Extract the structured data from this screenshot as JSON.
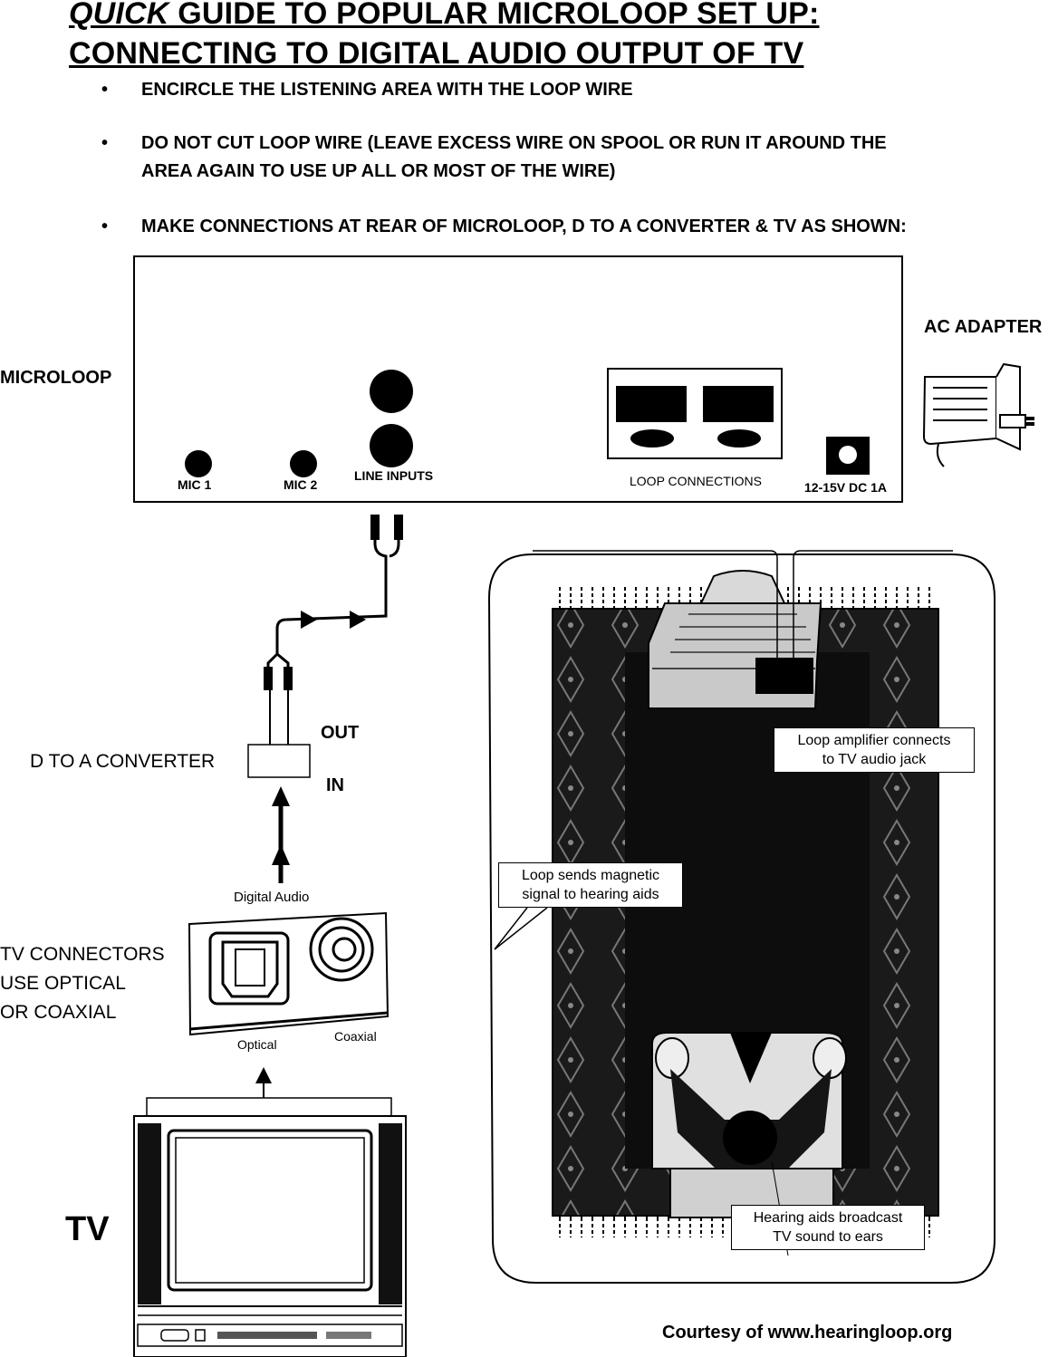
{
  "title": {
    "line1_prefix": "QUICK",
    "line1_rest": " GUIDE TO POPULAR MICROLOOP SET UP:",
    "line2": "CONNECTING TO DIGITAL AUDIO OUTPUT OF TV"
  },
  "bullets": [
    {
      "mark": "•",
      "lines": [
        "ENCIRCLE THE LISTENING AREA WITH THE LOOP WIRE"
      ]
    },
    {
      "mark": "•",
      "lines": [
        "DO NOT CUT LOOP WIRE (LEAVE EXCESS WIRE ON SPOOL OR RUN IT AROUND THE",
        "AREA AGAIN TO USE UP ALL OR MOST OF THE WIRE)"
      ]
    },
    {
      "mark": "•",
      "lines": [
        "MAKE CONNECTIONS AT REAR OF MICROLOOP, D TO A CONVERTER & TV AS SHOWN:"
      ]
    }
  ],
  "microloop": {
    "label": "MICROLOOP",
    "mic1": "MIC 1",
    "mic2": "MIC 2",
    "line_inputs": "LINE INPUTS",
    "loop_connections": "LOOP CONNECTIONS",
    "power": "12-15V DC 1A"
  },
  "ac_adapter": {
    "label": "AC ADAPTER"
  },
  "converter": {
    "label": "D TO A CONVERTER",
    "out": "OUT",
    "in": "IN"
  },
  "tv_connectors": {
    "digital_audio": "Digital Audio",
    "label_lines": [
      "TV CONNECTORS",
      "USE OPTICAL",
      "OR COAXIAL"
    ],
    "optical": "Optical",
    "coaxial": "Coaxial"
  },
  "tv": {
    "label": "TV"
  },
  "room": {
    "callout_amp": [
      "Loop amplifier connects",
      "to TV audio jack"
    ],
    "callout_loop": [
      "Loop sends magnetic",
      "signal to hearing aids"
    ],
    "callout_aids": [
      "Hearing aids broadcast",
      "TV sound to ears"
    ]
  },
  "credit": "Courtesy of www.hearingloop.org"
}
